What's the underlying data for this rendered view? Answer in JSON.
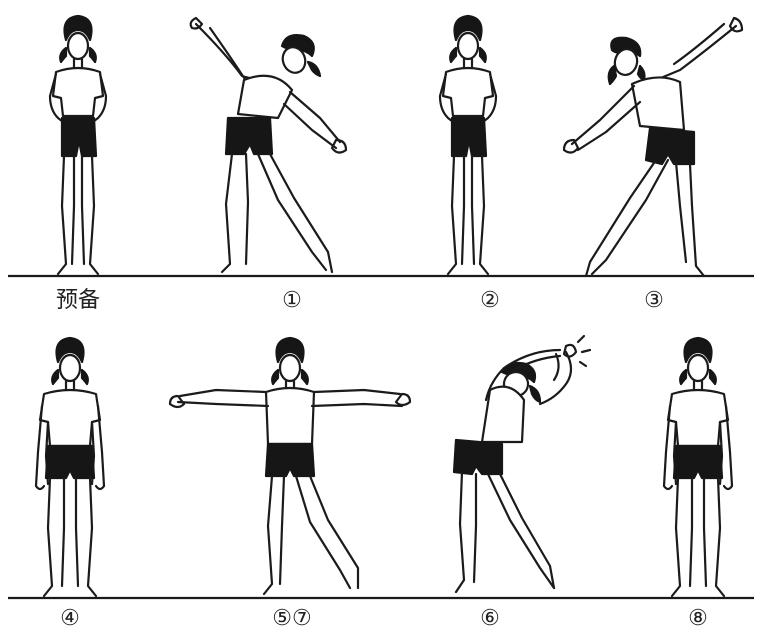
{
  "labels": {
    "prep": "预备",
    "step1": "①",
    "step2": "②",
    "step3": "③",
    "step4": "④",
    "step57": "⑤⑦",
    "step6": "⑥",
    "step8": "⑧"
  }
}
